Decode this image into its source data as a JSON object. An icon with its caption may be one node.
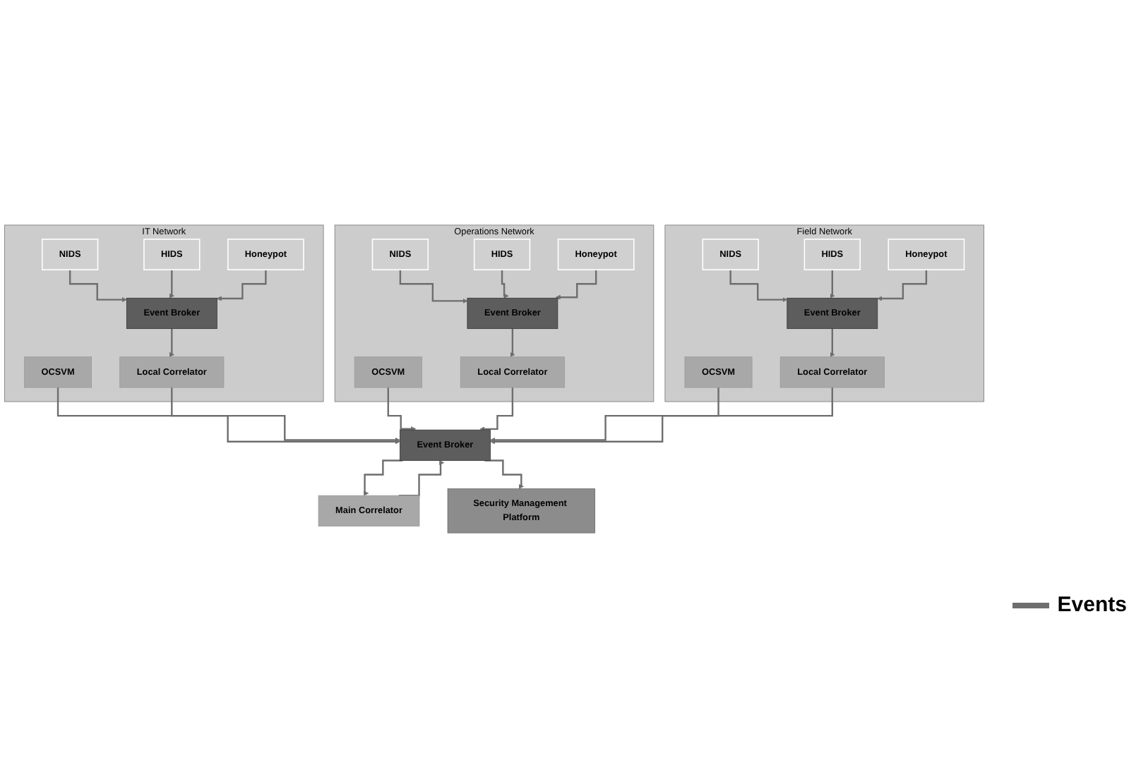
{
  "diagram": {
    "nodes": [
      {
        "text": [
          "IT Network"
        ]
      },
      {
        "text": [
          "NIDS"
        ],
        "in": 0
      },
      {
        "text": [
          "HIDS"
        ],
        "in": 0
      },
      {
        "text": [
          "Honeypot"
        ],
        "in": 0
      },
      {
        "text": [
          "Event Broker"
        ],
        "in": 0
      },
      {
        "text": [
          "OCSVM"
        ],
        "in": 0
      },
      {
        "text": [
          "Local Correlator"
        ],
        "in": 0
      },
      {
        "text": [
          "Operations Network"
        ]
      },
      {
        "text": [
          "NIDS"
        ],
        "in": 7
      },
      {
        "text": [
          "HIDS"
        ],
        "in": 7
      },
      {
        "text": [
          "Honeypot"
        ],
        "in": 7
      },
      {
        "text": [
          "Event Broker"
        ],
        "in": 7
      },
      {
        "text": [
          "OCSVM"
        ],
        "in": 7
      },
      {
        "text": [
          "Local Correlator"
        ],
        "in": 7
      },
      {
        "text": [
          "Field Network"
        ]
      },
      {
        "text": [
          "NIDS"
        ],
        "in": 14
      },
      {
        "text": [
          "HIDS"
        ],
        "in": 14
      },
      {
        "text": [
          "Honeypot"
        ],
        "in": 14
      },
      {
        "text": [
          "Event Broker"
        ],
        "in": 14
      },
      {
        "text": [
          "OCSVM"
        ],
        "in": 14
      },
      {
        "text": [
          "Local Correlator"
        ],
        "in": 14
      },
      {
        "text": [
          "Event Broker"
        ]
      },
      {
        "text": [
          "Main Correlator"
        ]
      },
      {
        "text": [
          "Security Management Platform"
        ]
      }
    ],
    "edges": [
      {
        "from": 1,
        "to": 4,
        "arrow": "to"
      },
      {
        "from": 2,
        "to": 4,
        "arrow": "to"
      },
      {
        "from": 3,
        "to": 4,
        "arrow": "to"
      },
      {
        "from": 4,
        "to": 6,
        "arrow": "to"
      },
      {
        "from": 8,
        "to": 11,
        "arrow": "to"
      },
      {
        "from": 9,
        "to": 11,
        "arrow": "to"
      },
      {
        "from": 10,
        "to": 11,
        "arrow": "to"
      },
      {
        "from": 11,
        "to": 13,
        "arrow": "to"
      },
      {
        "from": 15,
        "to": 18,
        "arrow": "to"
      },
      {
        "from": 16,
        "to": 18,
        "arrow": "to"
      },
      {
        "from": 17,
        "to": 18,
        "arrow": "to"
      },
      {
        "from": 18,
        "to": 20,
        "arrow": "to"
      },
      {
        "from": 5,
        "to": 21,
        "arrow": "to"
      },
      {
        "from": 6,
        "to": 21,
        "arrow": "to"
      },
      {
        "from": 12,
        "to": 21,
        "arrow": "to"
      },
      {
        "from": 13,
        "to": 21,
        "arrow": "to"
      },
      {
        "from": 19,
        "to": 21,
        "arrow": "to"
      },
      {
        "from": 20,
        "to": 21,
        "arrow": "to"
      },
      {
        "from": 21,
        "to": 22,
        "arrow": "to"
      },
      {
        "from": 22,
        "to": 21,
        "arrow": "to"
      },
      {
        "from": 21,
        "to": 23,
        "arrow": "to"
      }
    ],
    "legend": [
      {
        "text": "Events"
      }
    ]
  }
}
